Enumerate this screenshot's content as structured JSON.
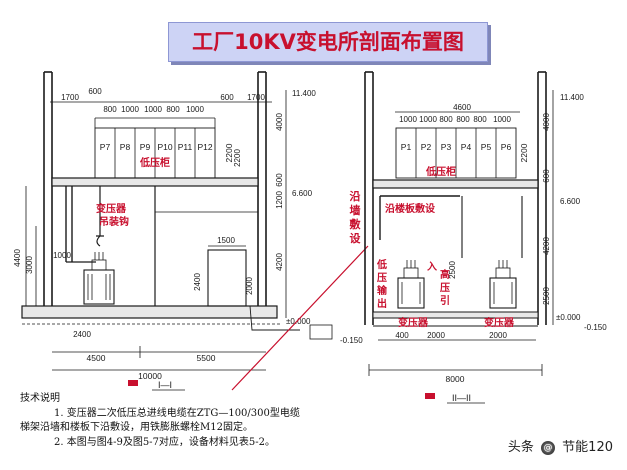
{
  "title": "工厂10KV变电所剖面布置图",
  "left_section": {
    "top_dims": [
      "1700",
      "600",
      "800",
      "1000",
      "1000",
      "800",
      "1000",
      "600",
      "1700"
    ],
    "panels": [
      "P7",
      "P8",
      "P9",
      "P10",
      "P11",
      "P12"
    ],
    "panel_height": "2200",
    "low_voltage_cabinet": "低压柜",
    "hoist_label": [
      "变压器",
      "吊装钩"
    ],
    "side_dims": [
      "4400",
      "3000",
      "1000",
      "2400"
    ],
    "middle_dims": [
      "1500",
      "2400",
      "2000"
    ],
    "right_dims": [
      "4000",
      "600",
      "1200",
      "4200",
      "2200"
    ],
    "levels": [
      "11.400",
      "6.600",
      "±0.000",
      "-0.150"
    ],
    "bottom_dims": [
      "4500",
      "5500",
      "10000"
    ],
    "section_label": "I—I"
  },
  "right_section": {
    "top_dims": [
      "4600",
      "1000",
      "1000",
      "800",
      "800",
      "800",
      "1000"
    ],
    "panels": [
      "P1",
      "P2",
      "P3",
      "P4",
      "P5",
      "P6"
    ],
    "panel_height": "2200",
    "low_voltage_cabinet": "低压柜",
    "tray_label": "沿楼板敷设",
    "wall_label": [
      "沿",
      "墙",
      "敷",
      "设"
    ],
    "lv_out_label": [
      "低",
      "压",
      "输",
      "出"
    ],
    "hv_in_label": [
      "高",
      "压",
      "引",
      "入"
    ],
    "transformer_labels": [
      "变压器",
      "变压器"
    ],
    "inner_dims": [
      "2500",
      "400",
      "2000",
      "2000"
    ],
    "right_dims": [
      "4000",
      "600",
      "4200",
      "2500"
    ],
    "levels": [
      "11.400",
      "6.600",
      "±0.000",
      "-0.150"
    ],
    "bottom_dim": "8000",
    "section_label": "II—II"
  },
  "notes": {
    "heading": "技术说明",
    "line1": "1. 变压器二次低压总进线电缆在ZTG—100/300型电缆",
    "line2": "梯架沿墙和楼板下沿敷设，用铁膨胀螺栓M12固定。",
    "line3": "2. 本图与图4-9及图5-7对应，设备材料见表5-2。"
  },
  "watermark": {
    "prefix": "头条",
    "name": "节能120"
  },
  "colors": {
    "annotation_red": "#c8102e",
    "title_bg": "#cdd3f5",
    "line": "#1a1a1a"
  }
}
